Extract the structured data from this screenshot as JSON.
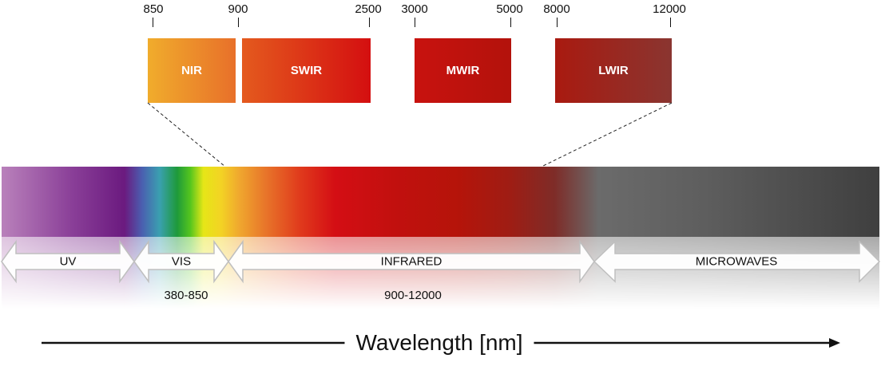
{
  "ticks": [
    {
      "label": "850"
    },
    {
      "label": "900"
    },
    {
      "label": "2500"
    },
    {
      "label": "3000"
    },
    {
      "label": "5000"
    },
    {
      "label": "8000"
    },
    {
      "label": "12000"
    }
  ],
  "bands": [
    {
      "label": "NIR",
      "color_from": "#f0ac2c",
      "color_to": "#e8702a"
    },
    {
      "label": "SWIR",
      "color_from": "#e45a1e",
      "color_to": "#d40f10"
    },
    {
      "label": "MWIR",
      "color_from": "#c8120e",
      "color_to": "#b3120c"
    },
    {
      "label": "LWIR",
      "color_from": "#a91a10",
      "color_to": "#8a3530"
    }
  ],
  "regions": [
    {
      "label": "UV"
    },
    {
      "label": "VIS",
      "range": "380-850"
    },
    {
      "label": "INFRARED",
      "range": "900-12000"
    },
    {
      "label": "MICROWAVES"
    }
  ],
  "axis_title": "Wavelength [nm]",
  "colors": {
    "arrow_outline": "#bfbfbf",
    "text": "#111111"
  }
}
